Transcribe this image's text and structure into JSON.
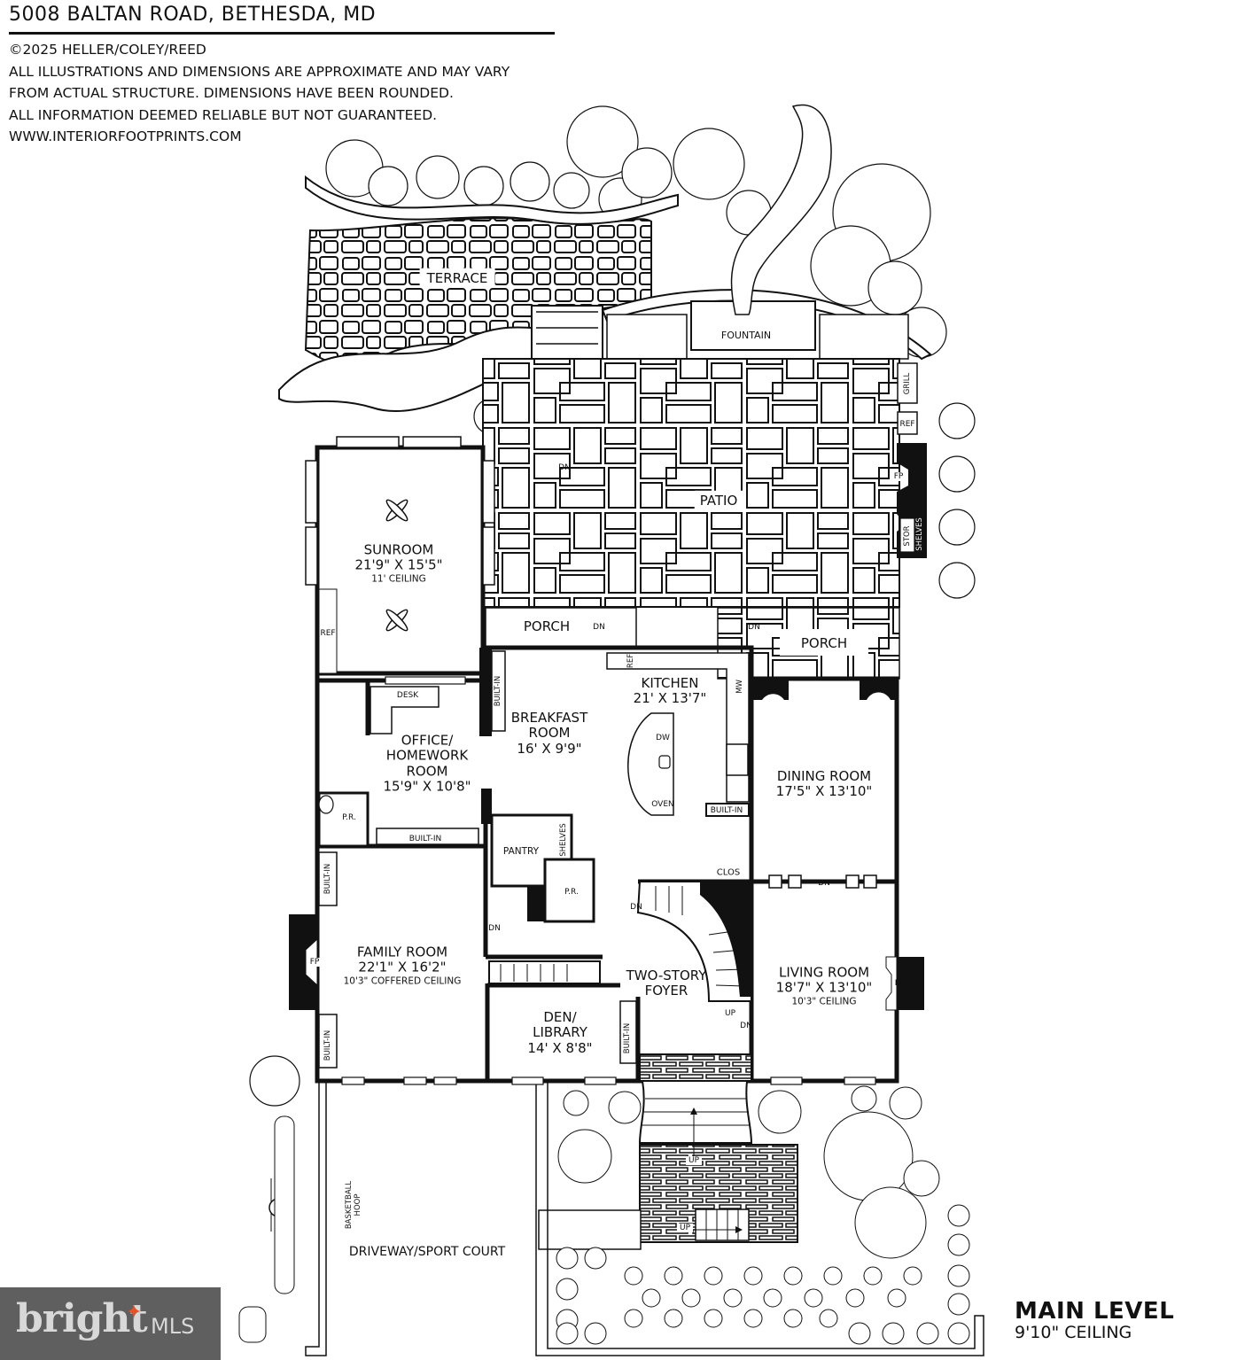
{
  "header": {
    "title": "5008 BALTAN ROAD, BETHESDA, MD",
    "copyright": "©2025 HELLER/COLEY/REED",
    "disclaimer_1": "ALL ILLUSTRATIONS AND DIMENSIONS ARE APPROXIMATE AND MAY VARY",
    "disclaimer_2": "FROM ACTUAL STRUCTURE. DIMENSIONS HAVE BEEN ROUNDED.",
    "disclaimer_3": "ALL INFORMATION DEEMED RELIABLE BUT NOT GUARANTEED.",
    "website": "WWW.INTERIORFOOTPRINTS.COM"
  },
  "outdoor": {
    "terrace": "TERRACE",
    "fountain": "FOUNTAIN",
    "patio": "PATIO",
    "porch_left": "PORCH",
    "porch_right": "PORCH",
    "driveway": "DRIVEWAY/SPORT COURT",
    "basketball_1": "BASKETBALL",
    "basketball_2": "HOOP",
    "grill": "GRILL",
    "patio_ref": "REF",
    "patio_fp": "FP",
    "stor": "STOR",
    "shelves_outdoor": "SHELVES"
  },
  "rooms": {
    "sunroom": {
      "name": "SUNROOM",
      "dims": "21'9\" X 15'5\"",
      "ceiling": "11' CEILING"
    },
    "kitchen": {
      "name": "KITCHEN",
      "dims": "21' X 13'7\""
    },
    "breakfast": {
      "name_1": "BREAKFAST",
      "name_2": "ROOM",
      "dims": "16' X 9'9\""
    },
    "office": {
      "name_1": "OFFICE/",
      "name_2": "HOMEWORK",
      "name_3": "ROOM",
      "dims": "15'9\" X 10'8\""
    },
    "dining": {
      "name": "DINING ROOM",
      "dims": "17'5\" X 13'10\""
    },
    "family": {
      "name": "FAMILY ROOM",
      "dims": "22'1\" X 16'2\"",
      "ceiling": "10'3\" COFFERED CEILING"
    },
    "living": {
      "name": "LIVING ROOM",
      "dims": "18'7\" X 13'10\"",
      "ceiling": "10'3\" CEILING"
    },
    "den": {
      "name_1": "DEN/",
      "name_2": "LIBRARY",
      "dims": "14' X 8'8\""
    },
    "foyer": {
      "name_1": "TWO-STORY",
      "name_2": "FOYER"
    }
  },
  "fixtures": {
    "ref_sunroom": "REF",
    "ref_kitchen": "REF",
    "mw": "MW",
    "dw": "DW",
    "oven": "OVEN",
    "desk": "DESK",
    "builtin": "BUILT-IN",
    "pr": "P.R.",
    "pantry": "PANTRY",
    "shelves": "SHELVES",
    "clos": "CLOS",
    "fp": "FP",
    "dn": "DN",
    "up": "UP"
  },
  "branding": {
    "bright": "bright",
    "mls": "MLS",
    "star": "✦"
  },
  "level": {
    "name": "MAIN LEVEL",
    "ceiling": "9'10\" CEILING"
  }
}
